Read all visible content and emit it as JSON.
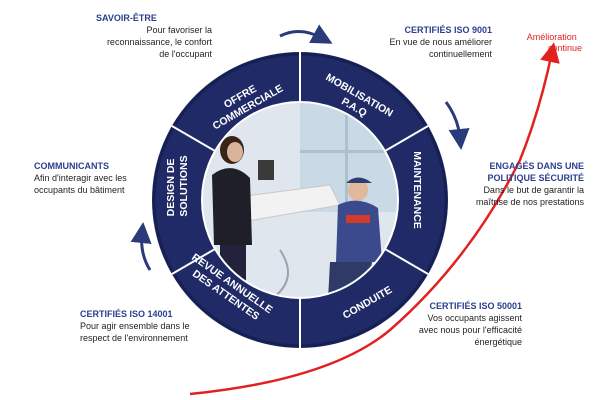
{
  "colors": {
    "ring": "#1f2a66",
    "ring_dark": "#172052",
    "divider": "#ffffff",
    "arrow": "#2b3a78",
    "curve": "#e32020",
    "title_blue": "#2b3f8c"
  },
  "wheel": {
    "segments": [
      {
        "label_line1": "OFFRE",
        "label_line2": "COMMERCIALE"
      },
      {
        "label_line1": "MOBILISATION",
        "label_line2": "P.A.Q"
      },
      {
        "label_line1": "MAINTENANCE",
        "label_line2": ""
      },
      {
        "label_line1": "CONDUITE",
        "label_line2": ""
      },
      {
        "label_line1": "REVUE ANNUELLE",
        "label_line2": "DES ATTENTES"
      },
      {
        "label_line1": "DESIGN DE",
        "label_line2": "SOLUTIONS"
      }
    ],
    "photo_alt": "office-meeting-photo"
  },
  "notes": {
    "savoir_etre": {
      "title": "SAVOIR-ÊTRE",
      "lines": [
        "Pour favoriser la",
        "reconnaissance, le confort",
        "de l'occupant"
      ]
    },
    "iso9001": {
      "title": "CERTIFIÉS ISO 9001",
      "lines": [
        "En vue de nous améliorer",
        "continuellement"
      ]
    },
    "communicants": {
      "title": "COMMUNICANTS",
      "lines": [
        "Afin d'interagir avec les",
        "occupants du bâtiment"
      ]
    },
    "securite": {
      "title": "ENGAGÉS DANS UNE",
      "title2": "POLITIQUE SÉCURITÉ",
      "lines": [
        "Dans le but de garantir la",
        "maîtrise de nos prestations"
      ]
    },
    "iso14001": {
      "title": "CERTIFIÉS ISO 14001",
      "lines": [
        "Pour agir ensemble dans le",
        "respect de l'environnement"
      ]
    },
    "iso50001": {
      "title": "CERTIFIÉS ISO 50001",
      "lines": [
        "Vos occupants agissent",
        "avec nous pour l'efficacité",
        "énergétique"
      ]
    }
  },
  "curve": {
    "label_line1": "Amélioration",
    "label_line2": "continue"
  }
}
